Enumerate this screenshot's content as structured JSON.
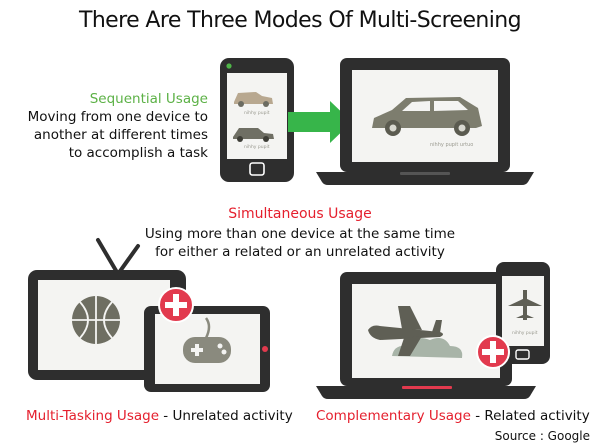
{
  "title": "There Are Three Modes Of Multi-Screening",
  "sequential": {
    "label": "Sequential Usage",
    "description": [
      "Moving from one device to",
      "another at different times",
      "to accomplish a task"
    ],
    "tiny_captions": [
      "nihhy pupit",
      "nihhy pupit",
      "nihhy pupit  urtuo",
      "nihhy pupit"
    ]
  },
  "simultaneous": {
    "label": "Simultaneous Usage",
    "description": [
      "Using more than one device at the same time",
      "for either a related or an unrelated activity"
    ]
  },
  "multitasking": {
    "label": "Multi-Tasking Usage",
    "suffix": " - Unrelated activity"
  },
  "complementary": {
    "label": "Complementary Usage",
    "suffix": " - Related activity"
  },
  "source": "Source : Google",
  "colors": {
    "device_frame": "#2e2e2e",
    "screen": "#f4f4f2",
    "plus_badge": "#e23a4e",
    "arrow": "#37b54a",
    "label_green": "#5cb146",
    "label_red": "#e5202e",
    "car": "#7d7d6e",
    "plane": "#5f5f55",
    "cloud": "#a8b4a8"
  },
  "icons": [
    "car-icon",
    "arrow-right-icon",
    "basketball-icon",
    "gamepad-icon",
    "airplane-icon",
    "cloud-icon",
    "plus-badge-icon"
  ]
}
